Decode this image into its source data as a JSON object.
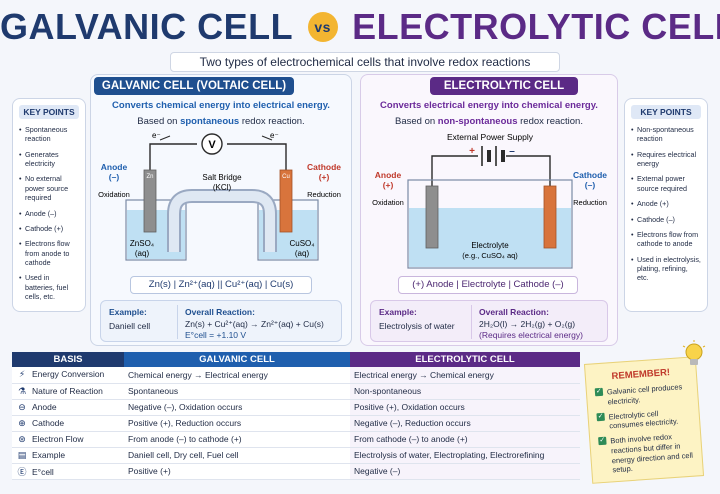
{
  "title": {
    "left": "GALVANIC CELL",
    "vs": "vs",
    "right": "ELECTROLYTIC CELL"
  },
  "subtitle": "Two types of electrochemical cells that involve redox reactions",
  "key_points_left": {
    "heading": "KEY POINTS",
    "items": [
      "Spontaneous reaction",
      "Generates electricity",
      "No external power source required",
      "Anode (–)",
      "Cathode (+)",
      "Electrons flow from anode to cathode",
      "Used in batteries, fuel cells, etc."
    ]
  },
  "key_points_right": {
    "heading": "KEY POINTS",
    "items": [
      "Non-spontaneous reaction",
      "Requires electrical energy",
      "External power source required",
      "Anode (+)",
      "Cathode (–)",
      "Electrons flow from cathode to anode",
      "Used in electrolysis, plating, refining, etc."
    ]
  },
  "galvanic": {
    "header": "GALVANIC CELL (VOLTAIC CELL)",
    "lead": "Converts chemical energy into electrical energy.",
    "based_pre": "Based on ",
    "based_hl": "spontaneous",
    "based_post": " redox reaction.",
    "diagram": {
      "electron_left": "e⁻",
      "electron_right": "e⁻",
      "voltmeter": "V",
      "anode": "Anode",
      "anode_sign": "(–)",
      "oxidation": "Oxidation",
      "cathode": "Cathode",
      "cathode_sign": "(+)",
      "reduction": "Reduction",
      "salt_bridge": "Salt Bridge",
      "salt_bridge_sub": "(KCl)",
      "zn_rod": "Zn",
      "cu_rod": "Cu",
      "left_solution": "ZnSO₄",
      "left_solution_sub": "(aq)",
      "right_solution": "CuSO₄",
      "right_solution_sub": "(aq)",
      "colors": {
        "solution": "#bfe0f3",
        "zn": "#8e8e8e",
        "cu": "#d8743c",
        "wire": "#2b2b2b"
      }
    },
    "notation": "Zn(s) | Zn²⁺(aq) || Cu²⁺(aq) | Cu(s)",
    "example_label": "Example:",
    "example_value": "Daniell cell",
    "reaction_label": "Overall Reaction:",
    "reaction_value": "Zn(s) + Cu²⁺(aq) → Zn²⁺(aq) + Cu(s)",
    "ecell": "E°cell = +1.10 V"
  },
  "electrolytic": {
    "header": "ELECTROLYTIC CELL",
    "lead": "Converts electrical energy into chemical energy.",
    "based_pre": "Based on ",
    "based_hl": "non-spontaneous",
    "based_post": " redox reaction.",
    "diagram": {
      "power_supply": "External Power Supply",
      "plus": "+",
      "minus": "–",
      "anode": "Anode",
      "anode_sign": "(+)",
      "oxidation": "Oxidation",
      "cathode": "Cathode",
      "cathode_sign": "(–)",
      "reduction": "Reduction",
      "electrolyte": "Electrolyte",
      "electrolyte_sub": "(e.g., CuSO₄ aq)",
      "colors": {
        "solution": "#bfe0f3",
        "anode": "#8e8e8e",
        "cathode": "#d8743c"
      }
    },
    "notation": "(+) Anode | Electrolyte | Cathode (–)",
    "example_label": "Example:",
    "example_value": "Electrolysis of water",
    "reaction_label": "Overall Reaction:",
    "reaction_value": "2H₂O(l) → 2H₂(g) + O₂(g)",
    "reaction_note": "(Requires electrical energy)"
  },
  "comparison": {
    "headers": {
      "basis": "BASIS",
      "galvanic": "GALVANIC CELL",
      "electrolytic": "ELECTROLYTIC CELL"
    },
    "rows": [
      {
        "icon": "⚡",
        "basis": "Energy Conversion",
        "galvanic": "Chemical energy → Electrical energy",
        "electrolytic": "Electrical energy → Chemical energy"
      },
      {
        "icon": "⚗",
        "basis": "Nature of Reaction",
        "galvanic": "Spontaneous",
        "electrolytic": "Non-spontaneous"
      },
      {
        "icon": "⊖",
        "basis": "Anode",
        "galvanic": "Negative (–), Oxidation occurs",
        "electrolytic": "Positive (+), Oxidation occurs"
      },
      {
        "icon": "⊕",
        "basis": "Cathode",
        "galvanic": "Positive (+), Reduction occurs",
        "electrolytic": "Negative (–), Reduction occurs"
      },
      {
        "icon": "⊛",
        "basis": "Electron Flow",
        "galvanic": "From anode (–) to cathode (+)",
        "electrolytic": "From cathode (–) to anode (+)"
      },
      {
        "icon": "▤",
        "basis": "Example",
        "galvanic": "Daniell cell, Dry cell, Fuel cell",
        "electrolytic": "Electrolysis of water, Electroplating, Electrorefining"
      },
      {
        "icon": "Ⓔ",
        "basis": "E°cell",
        "galvanic": "Positive (+)",
        "electrolytic": "Negative (–)"
      }
    ]
  },
  "remember": {
    "heading": "REMEMBER!",
    "items": [
      "Galvanic cell produces electricity.",
      "Electrolytic cell consumes electricity.",
      "Both involve redox reactions but differ in energy direction and cell setup."
    ]
  }
}
